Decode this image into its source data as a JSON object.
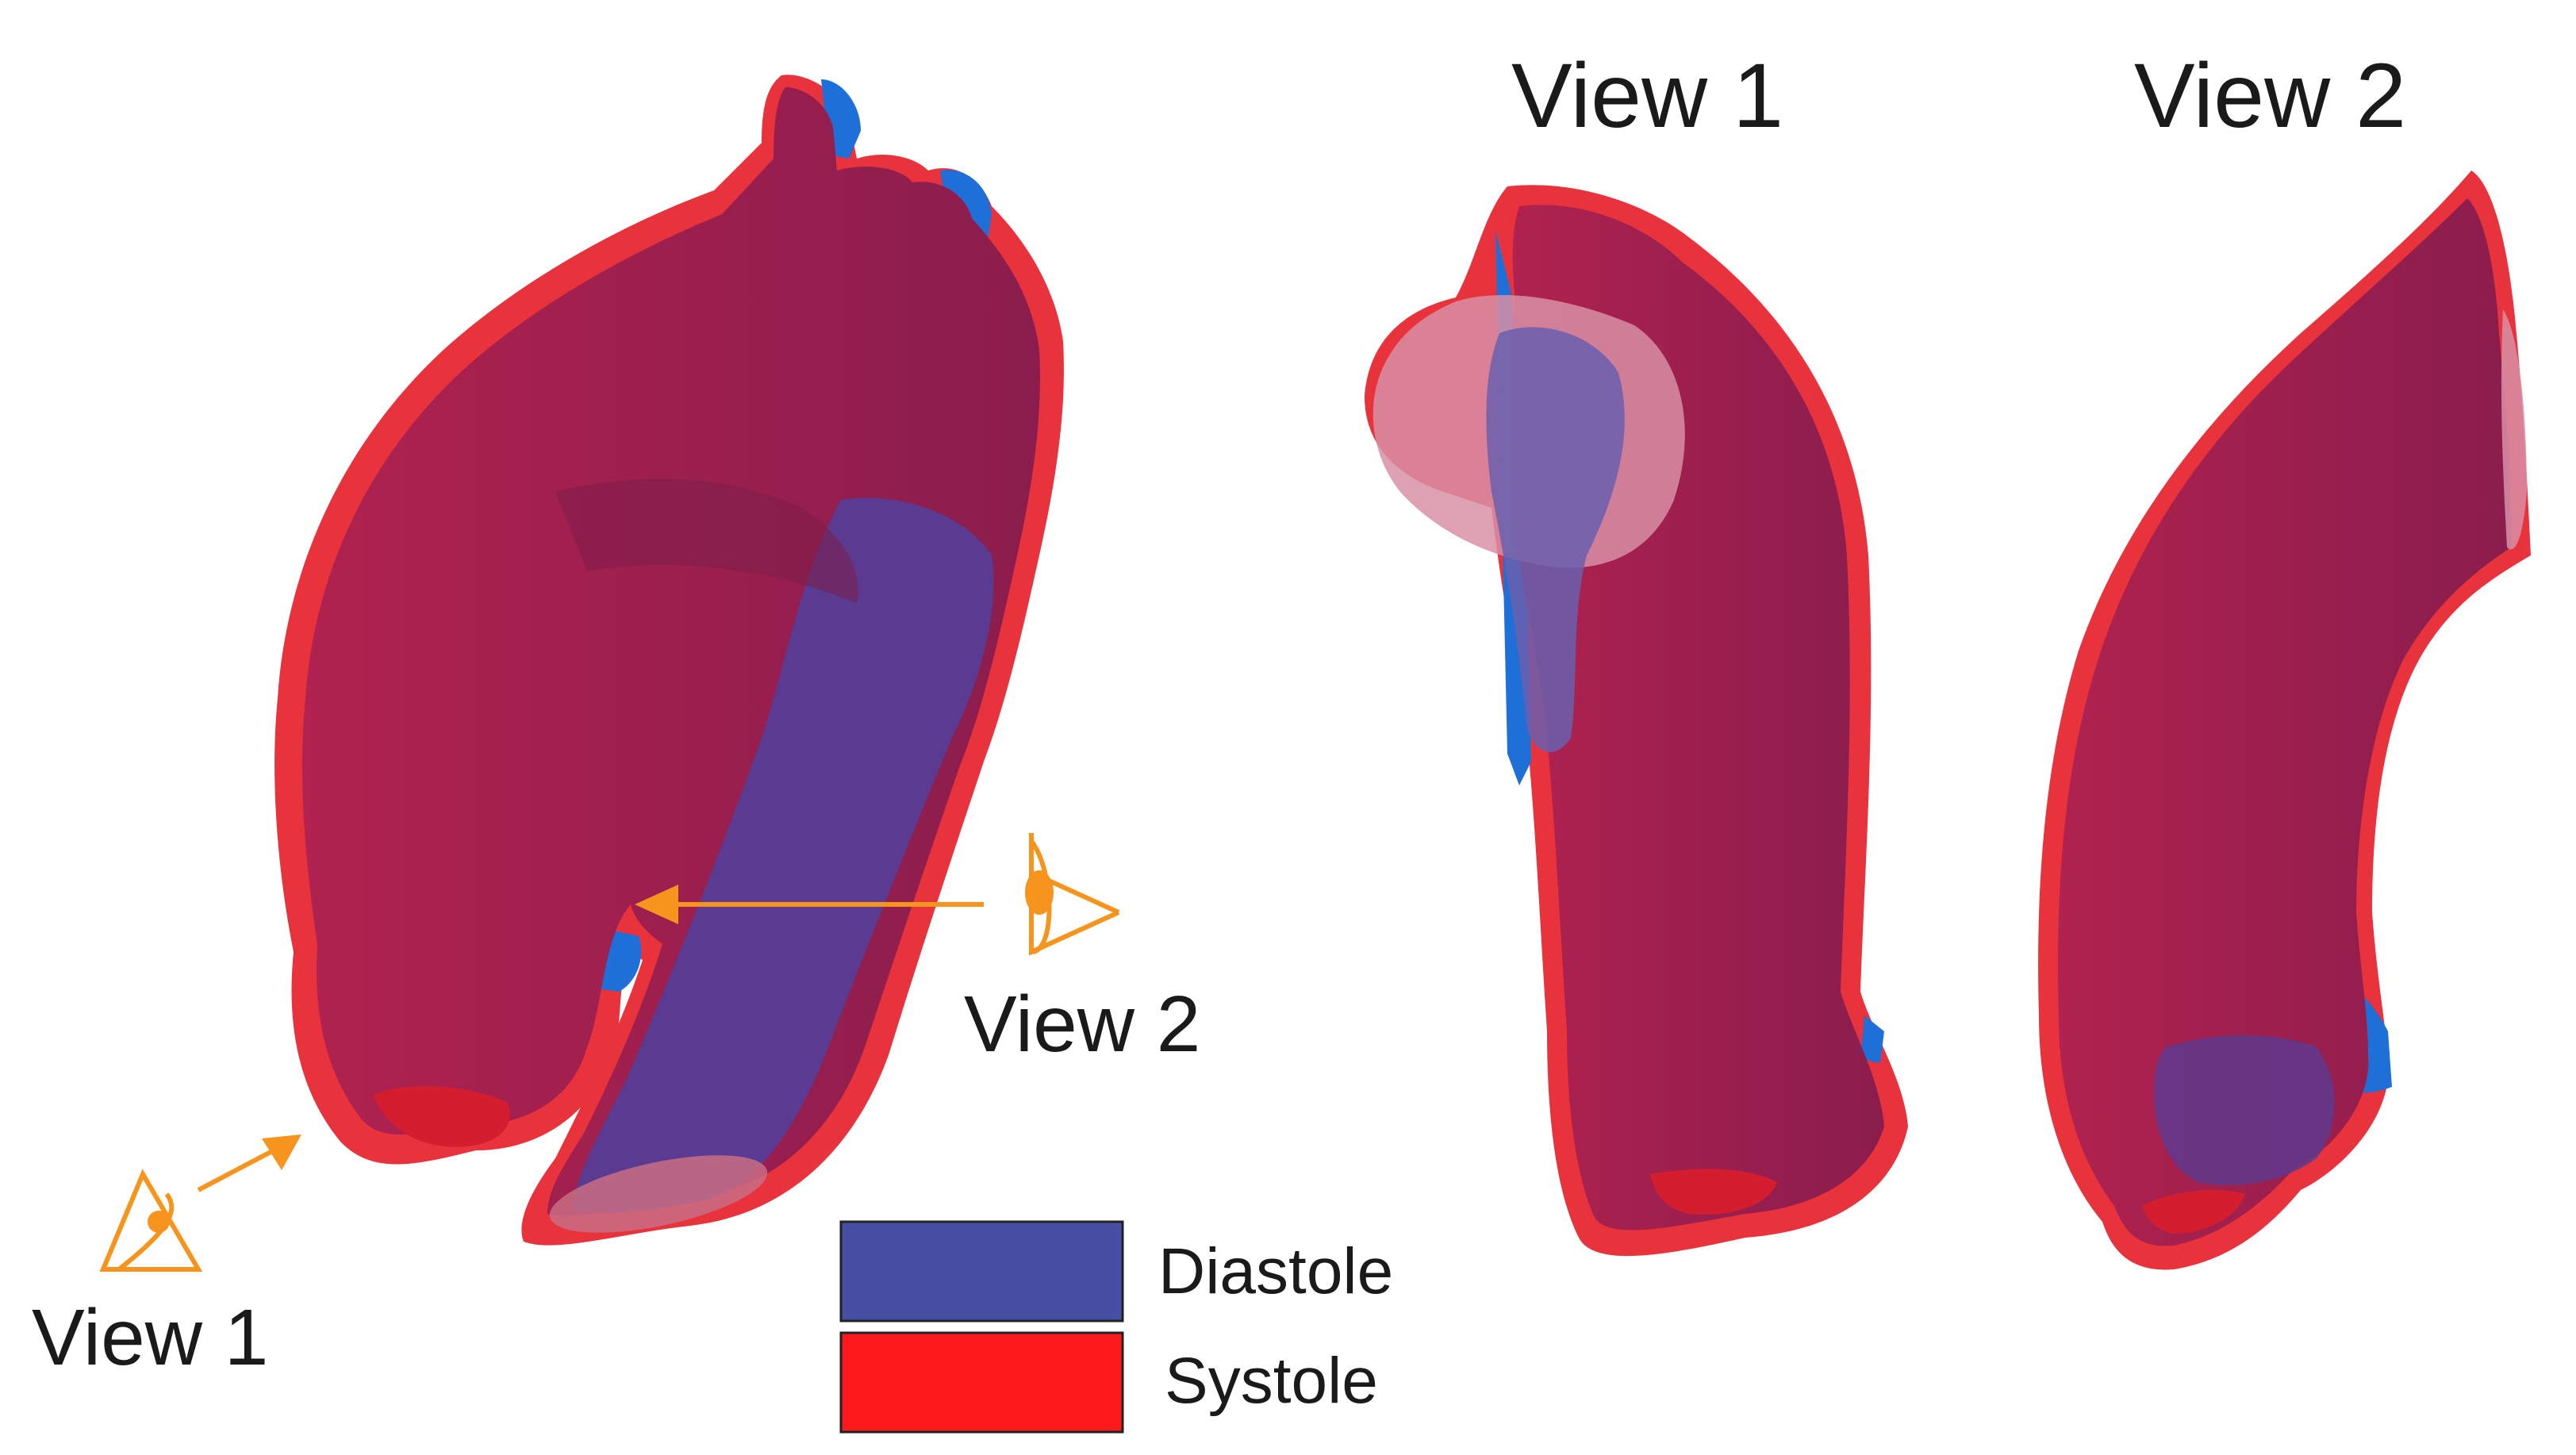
{
  "labels": {
    "view1_title": "View 1",
    "view2_title": "View 2",
    "view1_marker": "View 1",
    "view2_marker": "View 2"
  },
  "legend": [
    {
      "label": "Diastole",
      "color": "#474fa5"
    },
    {
      "label": "Systole",
      "color": "#fe1a1c"
    }
  ],
  "colors": {
    "systole_surface": "#e8333c",
    "diastole_surface": "#1e6fd8",
    "overlap_surface": "#a8204f",
    "annotation": "#f7941d"
  }
}
